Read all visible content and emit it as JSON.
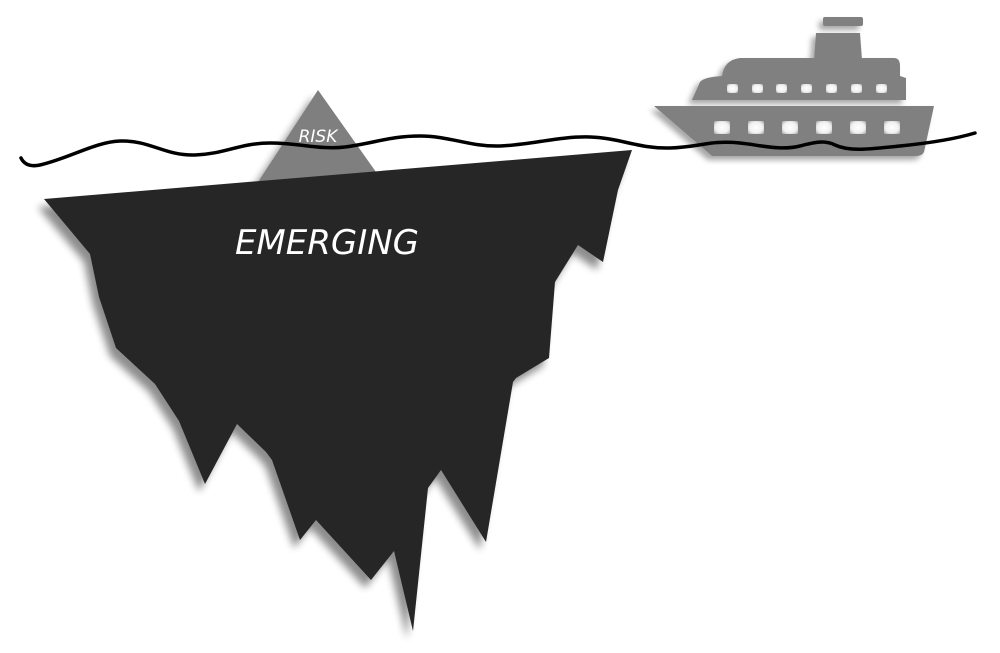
{
  "diagram": {
    "type": "iceberg-metaphor",
    "tip_label": "RISK",
    "underwater_label": "EMERGING",
    "ship_upper_windows": 7,
    "ship_lower_windows": 6
  },
  "colors": {
    "background": "#ffffff",
    "iceberg_underwater": "#262626",
    "iceberg_tip": "#7f7f7f",
    "ship": "#808080",
    "waterline": "#000000",
    "shadow": "#9a9a9a"
  }
}
